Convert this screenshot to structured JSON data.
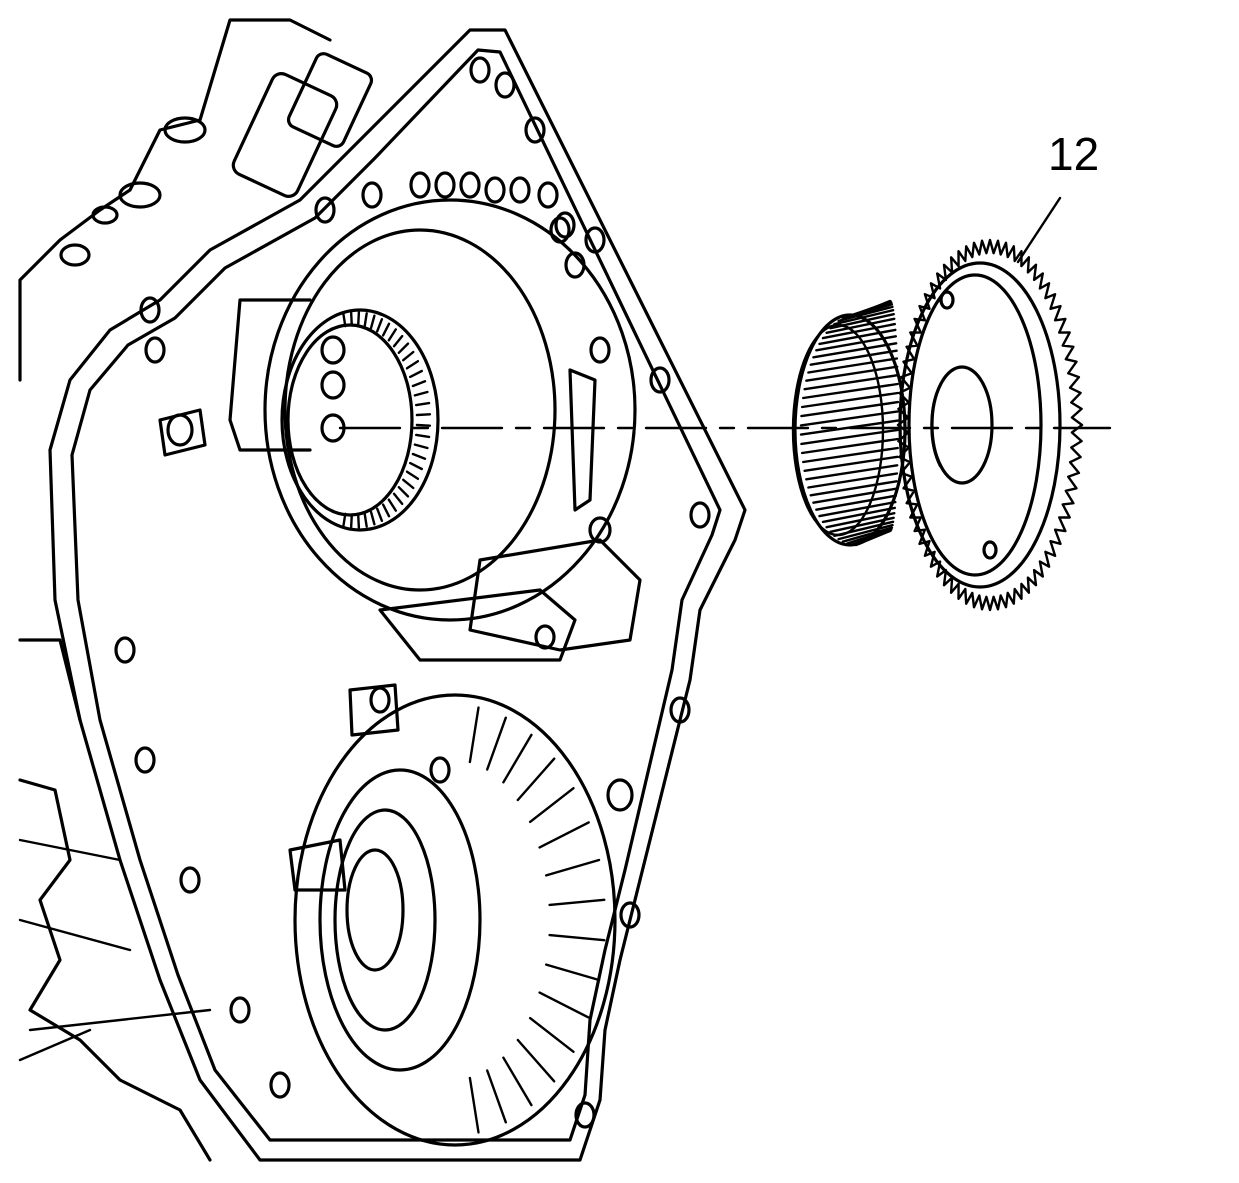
{
  "figure": {
    "callouts": [
      {
        "id": "gear",
        "number": "12"
      }
    ]
  },
  "colors": {
    "line": "#000000",
    "background": "#ffffff"
  },
  "gear": {
    "outer_teeth": 72,
    "inner_teeth": 40
  }
}
